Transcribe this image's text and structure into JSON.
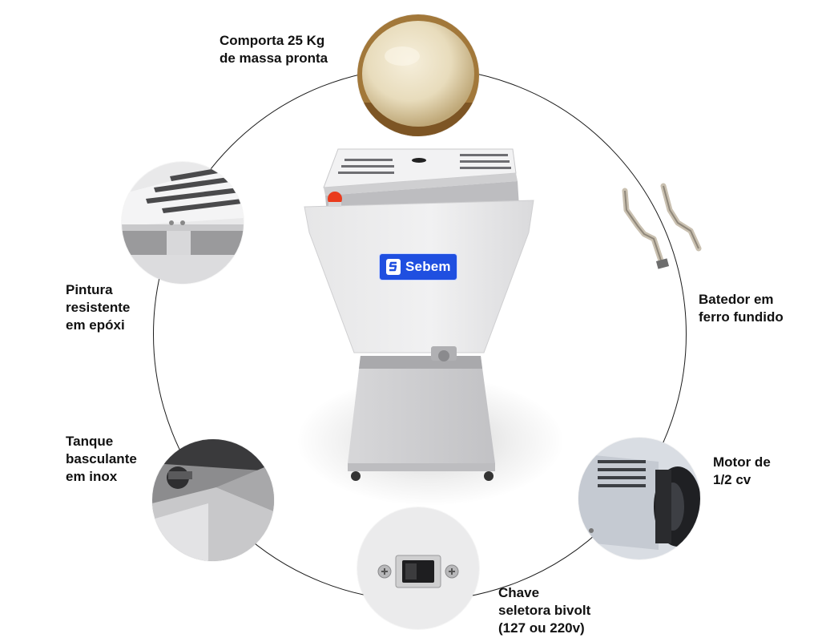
{
  "brand": {
    "name": "Sebem",
    "color": "#1f4fe0"
  },
  "features": {
    "capacity": "Comporta 25 Kg\nde massa pronta",
    "paint": "Pintura\nresistente\nem epóxi",
    "tank": "Tanque\nbasculante\nem inox",
    "beater": "Batedor em\nferro fundido",
    "motor": "Motor de\n1/2 cv",
    "switch": "Chave\nseletora bivolt\n(127 ou 220v)"
  },
  "icons": {
    "dough": "dough-ball-photo",
    "paint": "epoxy-painted-lid-photo",
    "tank": "stainless-tank-photo",
    "beater": "cast-iron-beater-photo",
    "motor": "motor-photo",
    "switch": "voltage-switch-photo"
  }
}
